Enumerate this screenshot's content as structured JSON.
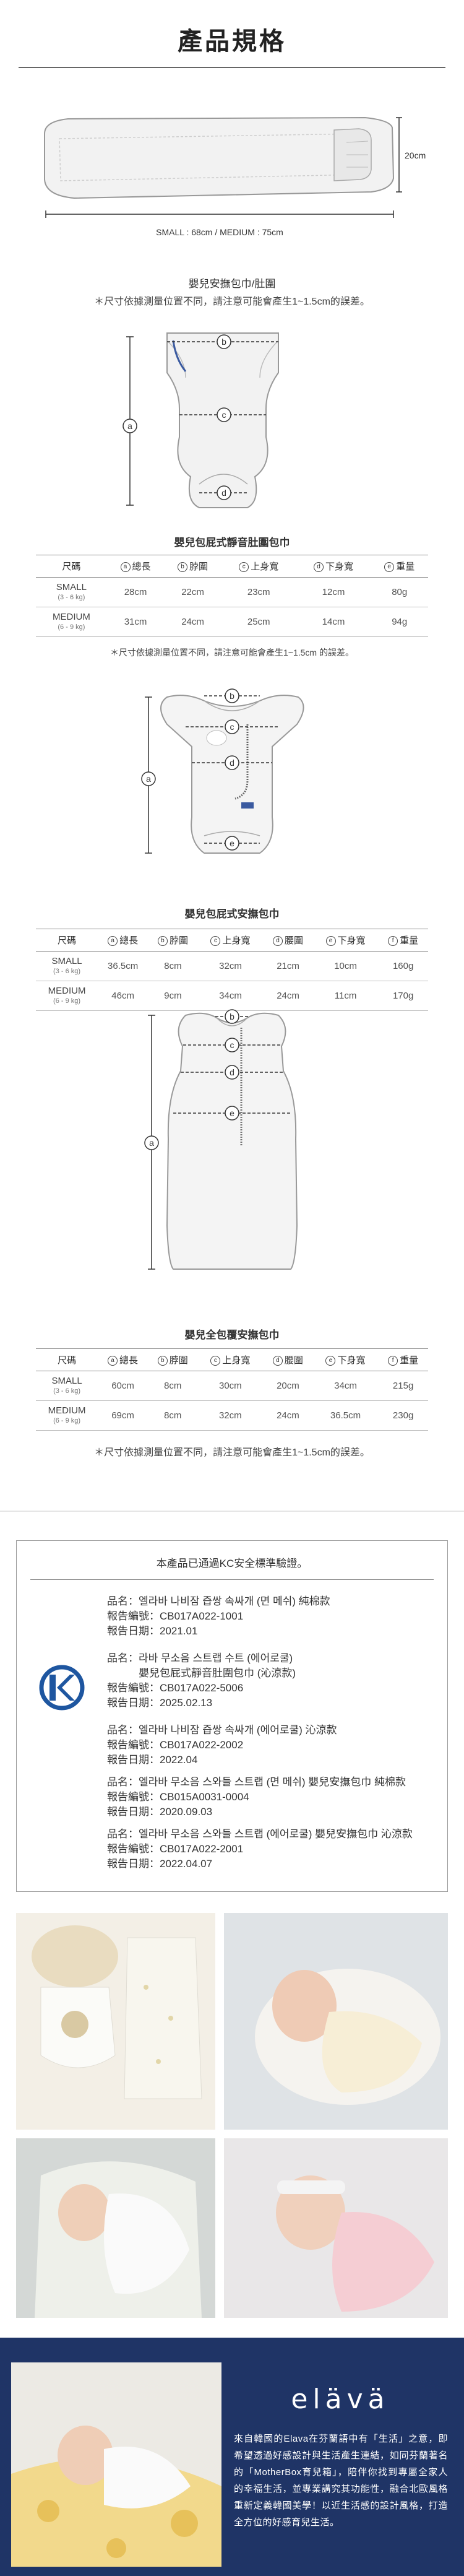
{
  "header": {
    "title": "產品規格"
  },
  "belt": {
    "height_label": "20cm",
    "length_label": "SMALL : 68cm / MEDIUM : 75cm",
    "caption": "嬰兒安撫包巾/肚圍",
    "note": "＊尺寸依據測量位置不同，請注意可能會產生1~1.5cm的誤差。"
  },
  "markers": {
    "a": "a",
    "b": "b",
    "c": "c",
    "d": "d",
    "e": "e"
  },
  "wrap_bottom": {
    "caption": "嬰兒包屁式靜音肚圍包巾",
    "headers": [
      "尺碼",
      "總長",
      "脖圍",
      "上身寬",
      "下身寬",
      "重量"
    ],
    "header_marks": [
      "",
      "a",
      "b",
      "c",
      "d",
      "e"
    ],
    "rows": [
      {
        "size": "SMALL",
        "range": "(3 - 6 kg)",
        "cells": [
          "28cm",
          "22cm",
          "23cm",
          "12cm",
          "80g"
        ]
      },
      {
        "size": "MEDIUM",
        "range": "(6 - 9 kg)",
        "cells": [
          "31cm",
          "24cm",
          "25cm",
          "14cm",
          "94g"
        ]
      }
    ],
    "note": "＊尺寸依據測量位置不同，請注意可能會產生1~1.5cm 的誤差。"
  },
  "wrap_swaddle": {
    "caption": "嬰兒包屁式安撫包巾",
    "headers": [
      "尺碼",
      "總長",
      "脖圍",
      "上身寬",
      "腰圍",
      "下身寬",
      "重量"
    ],
    "header_marks": [
      "",
      "a",
      "b",
      "c",
      "d",
      "e",
      "f"
    ],
    "rows": [
      {
        "size": "SMALL",
        "range": "(3 - 6 kg)",
        "cells": [
          "36.5cm",
          "8cm",
          "32cm",
          "21cm",
          "10cm",
          "160g"
        ]
      },
      {
        "size": "MEDIUM",
        "range": "(6 - 9 kg)",
        "cells": [
          "46cm",
          "9cm",
          "34cm",
          "24cm",
          "11cm",
          "170g"
        ]
      }
    ]
  },
  "wrap_full": {
    "caption": "嬰兒全包覆安撫包巾",
    "headers": [
      "尺碼",
      "總長",
      "脖圍",
      "上身寬",
      "腰圍",
      "下身寬",
      "重量"
    ],
    "header_marks": [
      "",
      "a",
      "b",
      "c",
      "d",
      "e",
      "f"
    ],
    "rows": [
      {
        "size": "SMALL",
        "range": "(3 - 6 kg)",
        "cells": [
          "60cm",
          "8cm",
          "30cm",
          "20cm",
          "34cm",
          "215g"
        ]
      },
      {
        "size": "MEDIUM",
        "range": "(6 - 9 kg)",
        "cells": [
          "69cm",
          "8cm",
          "32cm",
          "24cm",
          "36.5cm",
          "230g"
        ]
      }
    ],
    "note": "＊尺寸依據測量位置不同，請注意可能會產生1~1.5cm的誤差。"
  },
  "certification": {
    "title": "本產品已通過KC安全標準驗證。",
    "logo_text": "KC",
    "lines": [
      "品名：엘라바 나비잠 즙쌍 속싸개 (면 메쉬) 純棉款",
      "報告編號：CB017A022-1001",
      "報告日期：2021.01",
      "",
      "品名：라바 무소음 스트랩 수트 (에어로쿨)",
      "　　　嬰兒包屁式靜音肚圍包巾 (沁涼款)",
      "報告編號：CB017A022-5006",
      "報告日期：2025.02.13",
      "",
      "品名：엘라바 나비잠 즙쌍 속싸개 (에어로쿨) 沁涼款",
      "報告編號：CB017A022-2002",
      "報告日期：2022.04",
      "品名：엘라바 무소음 스와들 스트랩 (면 메쉬) 嬰兒安撫包巾 純棉款",
      "報告編號：CB015A0031-0004",
      "報告日期：2020.09.03",
      "品名：엘라바 무소음 스와들 스트랩 (에어로쿨) 嬰兒安撫包巾 沁涼款",
      "報告編號：CB017A022-2001",
      "報告日期：2022.04.07"
    ]
  },
  "brand": {
    "logo": "elävä",
    "description": "來自韓國的Elava在芬蘭語中有「生活」之意，即希望透過好感設計與生活產生連結，如同芬蘭著名的「MotherBox育兒箱」，陪伴你找到專屬全家人的幸福生活，並專業講究其功能性，融合北歐風格重新定義韓國美學！以近生活感的設計風格，打造全方位的好感育兒生活。"
  },
  "colors": {
    "accent": "#1f3466",
    "line": "#888888",
    "fabric": "#f2f2f2"
  }
}
